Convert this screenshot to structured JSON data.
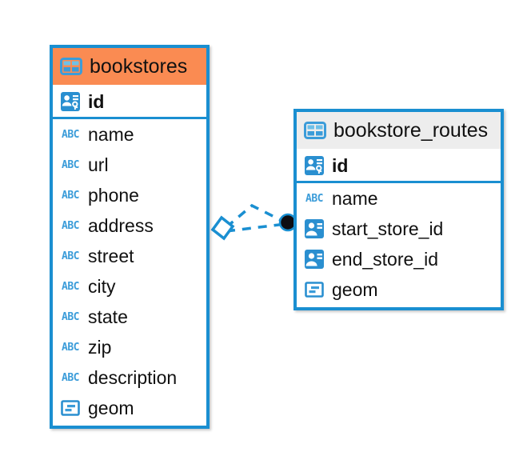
{
  "diagram": {
    "type": "entity-relationship-diagram",
    "accent_blue": "#1a8fd1",
    "accent_orange": "#fa8b52",
    "header_grey": "#ededed",
    "icon_blue": "#3b9cd9",
    "background": "#ffffff"
  },
  "entities": [
    {
      "name": "bookstores",
      "header_style": "accent-orange",
      "selected": true,
      "fields": [
        {
          "name": "id",
          "icon": "primary-key-icon",
          "is_pk": true
        },
        {
          "name": "name",
          "icon": "abc-text-icon",
          "is_pk": false
        },
        {
          "name": "url",
          "icon": "abc-text-icon",
          "is_pk": false
        },
        {
          "name": "phone",
          "icon": "abc-text-icon",
          "is_pk": false
        },
        {
          "name": "address",
          "icon": "abc-text-icon",
          "is_pk": false
        },
        {
          "name": "street",
          "icon": "abc-text-icon",
          "is_pk": false
        },
        {
          "name": "city",
          "icon": "abc-text-icon",
          "is_pk": false
        },
        {
          "name": "state",
          "icon": "abc-text-icon",
          "is_pk": false
        },
        {
          "name": "zip",
          "icon": "abc-text-icon",
          "is_pk": false
        },
        {
          "name": "description",
          "icon": "abc-text-icon",
          "is_pk": false
        },
        {
          "name": "geom",
          "icon": "geometry-icon",
          "is_pk": false
        }
      ]
    },
    {
      "name": "bookstore_routes",
      "header_style": "accent-grey",
      "selected": false,
      "fields": [
        {
          "name": "id",
          "icon": "primary-key-icon",
          "is_pk": true
        },
        {
          "name": "name",
          "icon": "abc-text-icon",
          "is_pk": false
        },
        {
          "name": "start_store_id",
          "icon": "foreign-key-icon",
          "is_pk": false
        },
        {
          "name": "end_store_id",
          "icon": "foreign-key-icon",
          "is_pk": false
        },
        {
          "name": "geom",
          "icon": "geometry-icon",
          "is_pk": false
        }
      ]
    }
  ],
  "icon_labels": {
    "abc": "ABC"
  },
  "relationships": [
    {
      "from_entity": "bookstores",
      "to_entity": "bookstore_routes",
      "from_endpoint": "diamond",
      "to_endpoint": "filled-circle",
      "line_style": "dashed",
      "color": "#1a8fd1",
      "branches": 2
    }
  ]
}
